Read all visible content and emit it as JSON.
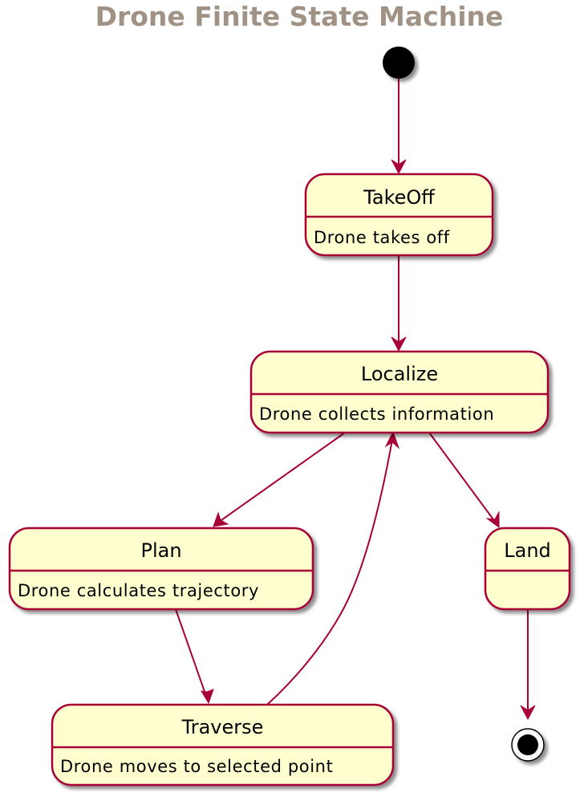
{
  "diagram": {
    "title": "Drone Finite State Machine",
    "colors": {
      "title": "#a09386",
      "state_fill": "#fefece",
      "state_border": "#a80036",
      "edge": "#a80036",
      "start_node": "#000000"
    },
    "states": [
      {
        "id": "takeoff",
        "name": "TakeOff",
        "description": "Drone takes off"
      },
      {
        "id": "localize",
        "name": "Localize",
        "description": "Drone collects information"
      },
      {
        "id": "plan",
        "name": "Plan",
        "description": "Drone calculates trajectory"
      },
      {
        "id": "land",
        "name": "Land",
        "description": ""
      },
      {
        "id": "traverse",
        "name": "Traverse",
        "description": "Drone moves to selected point"
      }
    ],
    "transitions": [
      {
        "from": "start",
        "to": "takeoff"
      },
      {
        "from": "takeoff",
        "to": "localize"
      },
      {
        "from": "localize",
        "to": "plan"
      },
      {
        "from": "localize",
        "to": "land"
      },
      {
        "from": "plan",
        "to": "traverse"
      },
      {
        "from": "traverse",
        "to": "localize"
      },
      {
        "from": "land",
        "to": "end"
      }
    ]
  }
}
